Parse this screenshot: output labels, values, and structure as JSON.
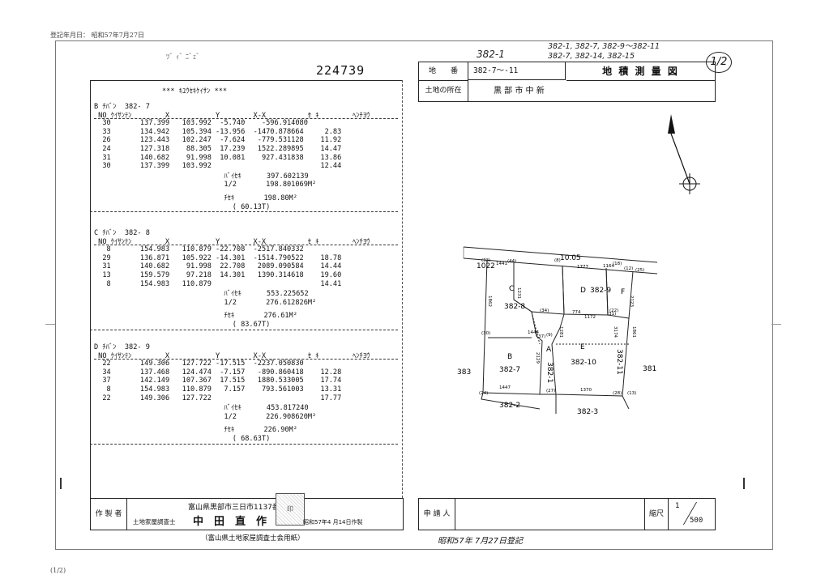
{
  "header": {
    "registration_date": "登記年月日： 昭和57年7月27日",
    "page_indicator": "(1/2)",
    "document_number": "224739",
    "handwritten_lot": "382-1",
    "handwritten_note_line1": "382-1, 382-7, 382-9～382-11",
    "handwritten_note_line2": "382-7, 382-14, 382-15",
    "sheet_number": "1/2",
    "top_scribble": "ﾂﾞ ｨﾞ ﾆﾞｪﾞ"
  },
  "title_box": {
    "lot_label": "地　　番",
    "lot_value": "382-7～-11",
    "map_title": "地 積 測 量 図",
    "location_label": "土地の所在",
    "location_value": "黒 部 市 中 新"
  },
  "calc": {
    "title": "*** ｷﾕｳｾｷｹｲｻﾝ ***",
    "sections": [
      {
        "name": "B ﾁﾊﾞﾝ  382- 7",
        "header": " NO ｹｲｻﾝﾃﾝ        X           Y        X-X          ｾ ｷ        ﾍﾝﾁﾖｳ",
        "rows": [
          "  30       137.399   103.992  -5.740    -596.914080",
          "  33       134.942   105.394 -13.956  -1470.878664     2.83",
          "  26       123.443   102.247  -7.624   -779.531128    11.92",
          "  24       127.318    88.305  17.239   1522.289895    14.47",
          "  31       140.682    91.998  10.081    927.431838    13.86",
          "  30       137.399   103.992                          12.44"
        ],
        "baisekihead": "ﾊﾞｲｾｷ",
        "baiseki": "397.602139",
        "half_label": "1/2",
        "half": "198.801069M",
        "area_label": "ﾁｾｷ",
        "area": "198.80M",
        "tsubo": "( 60.13T)"
      },
      {
        "name": "C ﾁﾊﾞﾝ  382- 8",
        "header": " NO ｹｲｻﾝﾃﾝ        X           Y        X-X          ｾ ｷ        ﾍﾝﾁﾖｳ",
        "rows": [
          "   8       154.983   110.879 -22.708  -2517.840332",
          "  29       136.871   105.922 -14.301  -1514.790522    18.78",
          "  31       140.682    91.998  22.708   2089.090584    14.44",
          "  13       159.579    97.218  14.301   1390.314618    19.60",
          "   8       154.983   110.879                          14.41"
        ],
        "baisekihead": "ﾊﾞｲｾｷ",
        "baiseki": "553.225652",
        "half_label": "1/2",
        "half": "276.612826M",
        "area_label": "ﾁｾｷ",
        "area": "276.61M",
        "tsubo": "( 83.67T)"
      },
      {
        "name": "D ﾁﾊﾞﾝ  382- 9",
        "header": " NO ｹｲｻﾝﾃﾝ        X           Y        X-X          ｾ ｷ        ﾍﾝﾁﾖｳ",
        "rows": [
          "  22       149.306   127.722 -17.515  -2237.050830",
          "  34       137.468   124.474  -7.157   -890.860418    12.28",
          "  37       142.149   107.367  17.515   1880.533005    17.74",
          "   8       154.983   110.879   7.157    793.561003    13.31",
          "  22       149.306   127.722                          17.77"
        ],
        "baisekihead": "ﾊﾞｲｾｷ",
        "baiseki": "453.817240",
        "half_label": "1/2",
        "half": "226.908620M",
        "area_label": "ﾁｾｷ",
        "area": "226.90M",
        "tsubo": "( 68.63T)"
      }
    ]
  },
  "map": {
    "road_label": "10.05",
    "parcels": [
      {
        "letter": "C",
        "lot": "382-8"
      },
      {
        "letter": "D",
        "lot": "382-9"
      },
      {
        "letter": "F",
        "lot": ""
      },
      {
        "letter": "A",
        "lot": "382-1"
      },
      {
        "letter": "B",
        "lot": "382-7"
      },
      {
        "letter": "E",
        "lot": "382-10"
      },
      {
        "letter": "",
        "lot": "382-11"
      }
    ],
    "neighbors": [
      "1022",
      "383",
      "381",
      "382-2",
      "382-3"
    ],
    "points": [
      "(33)",
      "(44)",
      "(8)",
      "(18)",
      "(12)",
      "(25)",
      "(24)",
      "(27)",
      "(28)",
      "(13)",
      "(31)",
      "(30)",
      "(37)",
      "(34)",
      "(22)",
      "(9)"
    ],
    "dims": [
      "1441",
      "1777",
      "1862",
      "1231",
      "1164",
      "1444",
      "1172",
      "1447",
      "1370",
      "2123",
      "774",
      "3174",
      "1861",
      "1281",
      "2129"
    ]
  },
  "footer": {
    "surveyor_label": "作 製 者",
    "address": "富山県黒部市三日市1137番地",
    "surveyor_title": "土地家屋調査士",
    "surveyor_name": "中　田　直　作",
    "seal_text": "印",
    "made_date": "昭和57年4 月14日作製",
    "applicant_label": "申 請 人",
    "scale_label": "縮尺",
    "scale_top": "1",
    "scale_bottom": "500",
    "association": "（富山県土地家屋調査士会用紙）",
    "registered_date": "昭和57年 7月27日登記"
  }
}
